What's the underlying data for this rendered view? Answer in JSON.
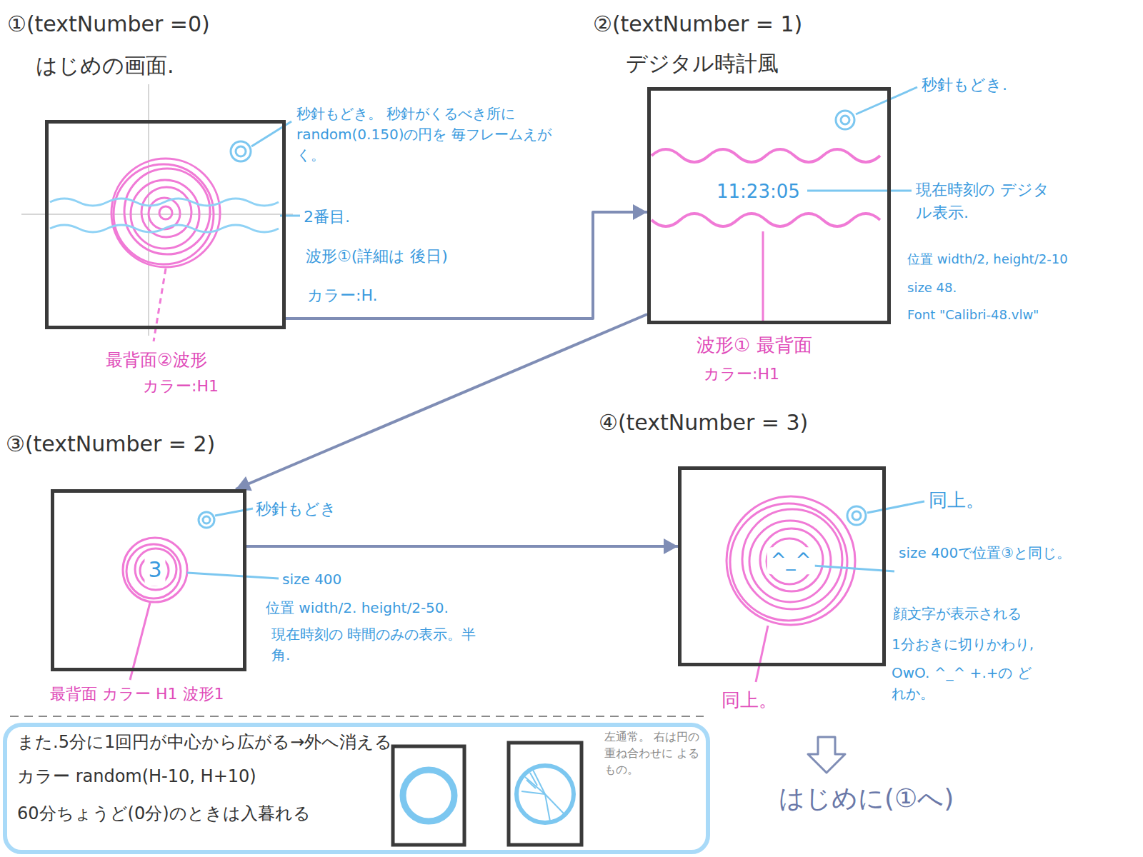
{
  "diagram": {
    "nodes": [
      {
        "text": [
          "①(textNumber =0)",
          "はじめの画面."
        ]
      },
      {
        "text": [
          "②(textNumber = 1)",
          "デジタル時計風",
          "11:23:05"
        ]
      },
      {
        "text": [
          "③(textNumber = 2)",
          "3"
        ]
      },
      {
        "text": [
          "④(textNumber = 3)",
          "^_^"
        ]
      },
      {
        "text": [
          "また.5分に1回円が中心から広がる→外へ消える.",
          "カラー random(H-10, H+10)",
          "60分ちょうど(0分)のときは入暮れる",
          "左通常。 右は円の 重ね合わせに よるもの。"
        ]
      }
    ],
    "edges": [
      {
        "from": 0,
        "to": 1,
        "arrow": "to"
      },
      {
        "from": 1,
        "to": 2,
        "arrow": "to"
      },
      {
        "from": 2,
        "to": 3,
        "arrow": "to"
      }
    ],
    "labels": [
      "秒針もどき。 秒針がくるべき所に random(0.150)の円を 毎フレームえがく。",
      "2番目.",
      "波形①(詳細は 後日)",
      "カラー:H.",
      "最背面②波形",
      "カラー:H1",
      "秒針もどき.",
      "現在時刻の デジタル表示.",
      "位置 width/2, height/2-10",
      "size 48.",
      "Font \"Calibri-48.vlw\"",
      "波形① 最背面",
      "カラー:H1",
      "秒針もどき",
      "size 400",
      "位置 width/2. height/2-50.",
      "現在時刻の 時間のみの表示。半角.",
      "最背面 カラー H1 波形1",
      "同上。",
      "size 400で位置③と同じ。",
      "顔文字が表示される",
      "1分おきに切りかわり,",
      "OwO. ^_^ +.+の どれか。",
      "同上。",
      "はじめに(①へ)"
    ]
  }
}
